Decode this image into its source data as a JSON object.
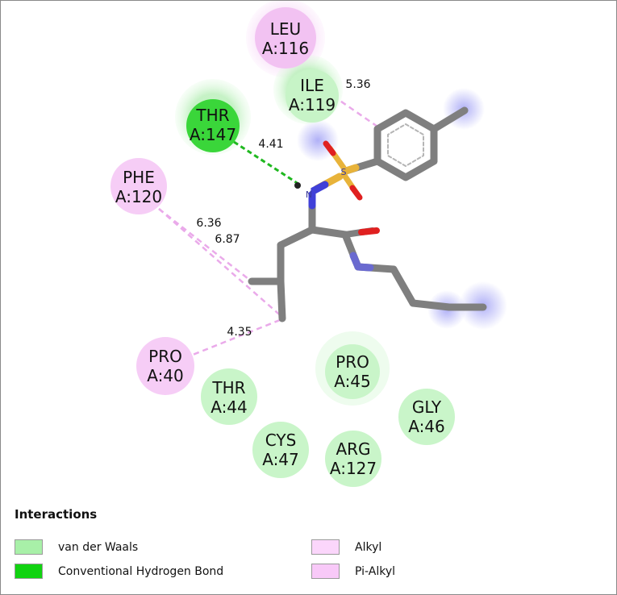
{
  "residues": [
    {
      "id": "leu116",
      "line1": "LEU",
      "line2": "A:116",
      "type": "pi_alkyl"
    },
    {
      "id": "ile119",
      "line1": "ILE",
      "line2": "A:119",
      "type": "vdw"
    },
    {
      "id": "thr147",
      "line1": "THR",
      "line2": "A:147",
      "type": "hbond"
    },
    {
      "id": "phe120",
      "line1": "PHE",
      "line2": "A:120",
      "type": "alkyl"
    },
    {
      "id": "pro40",
      "line1": "PRO",
      "line2": "A:40",
      "type": "alkyl"
    },
    {
      "id": "thr44",
      "line1": "THR",
      "line2": "A:44",
      "type": "vdw"
    },
    {
      "id": "pro45",
      "line1": "PRO",
      "line2": "A:45",
      "type": "vdw"
    },
    {
      "id": "gly46",
      "line1": "GLY",
      "line2": "A:46",
      "type": "vdw"
    },
    {
      "id": "cys47",
      "line1": "CYS",
      "line2": "A:47",
      "type": "vdw"
    },
    {
      "id": "arg127",
      "line1": "ARG",
      "line2": "A:127",
      "type": "vdw"
    }
  ],
  "distances": {
    "leu116_ring": "5.36",
    "thr147_nh": "4.41",
    "phe120_a": "6.36",
    "phe120_b": "6.87",
    "pro40": "4.35"
  },
  "atoms": {
    "nitrogen": "N",
    "sulfur": "S"
  },
  "colors": {
    "vdw_fill": "#c9f5c9",
    "vdw_halo": "#e6fbe6",
    "hbond_fill": "#3ad63a",
    "hbond_halo": "#c4f3c4",
    "alkyl_fill": "#f6cdf6",
    "alkyl_halo": "#fbe6fb",
    "pi_alkyl_fill": "#f2c2f2",
    "bond_gray": "#7f7f7f",
    "sulfur": "#e8b33a",
    "oxygen": "#e02020",
    "nitrogen": "#3a3ad8",
    "hbond_line": "#1fb81f",
    "alkyl_line": "#e9a3e9"
  },
  "legend": {
    "title": "Interactions",
    "items": [
      {
        "label": "van der Waals",
        "color": "#a8f0a8"
      },
      {
        "label": "Conventional Hydrogen Bond",
        "color": "#11d311"
      },
      {
        "label": "Alkyl",
        "color": "#fbd6fb"
      },
      {
        "label": "Pi-Alkyl",
        "color": "#f8c9f8"
      }
    ]
  }
}
